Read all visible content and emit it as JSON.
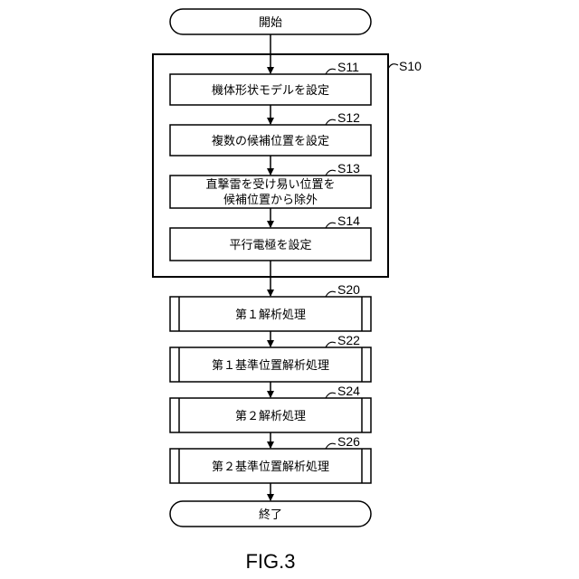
{
  "start": {
    "label": "開始"
  },
  "group": {
    "id": "S10"
  },
  "steps": [
    {
      "id": "S11",
      "lines": [
        "機体形状モデルを設定"
      ]
    },
    {
      "id": "S12",
      "lines": [
        "複数の候補位置を設定"
      ]
    },
    {
      "id": "S13",
      "lines": [
        "直撃雷を受け易い位置を",
        "候補位置から除外"
      ]
    },
    {
      "id": "S14",
      "lines": [
        "平行電極を設定"
      ]
    }
  ],
  "subprocesses": [
    {
      "id": "S20",
      "label": "第１解析処理"
    },
    {
      "id": "S22",
      "label": "第１基準位置解析処理"
    },
    {
      "id": "S24",
      "label": "第２解析処理"
    },
    {
      "id": "S26",
      "label": "第２基準位置解析処理"
    }
  ],
  "end": {
    "label": "終了"
  },
  "figure_caption": "FIG.3"
}
